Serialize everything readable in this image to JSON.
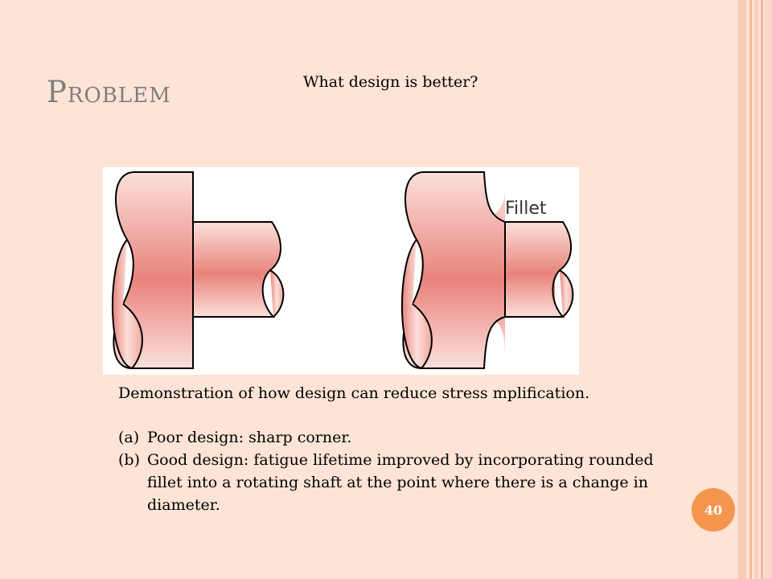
{
  "slide": {
    "title": "Problem",
    "question": "What design is better?",
    "figure": {
      "label_fillet": "Fillet",
      "gradient": {
        "dark": "#e8837c",
        "light": "#fbe0da"
      }
    },
    "caption": "Demonstration of how design can reduce stress mplification.",
    "items": [
      {
        "marker": "(a)",
        "text": "Poor design: sharp corner."
      },
      {
        "marker": "(b)",
        "text": "Good design: fatigue lifetime improved by incorporating rounded fillet into a rotating shaft at the point where there is a change in diameter."
      }
    ],
    "page_number": "40"
  }
}
